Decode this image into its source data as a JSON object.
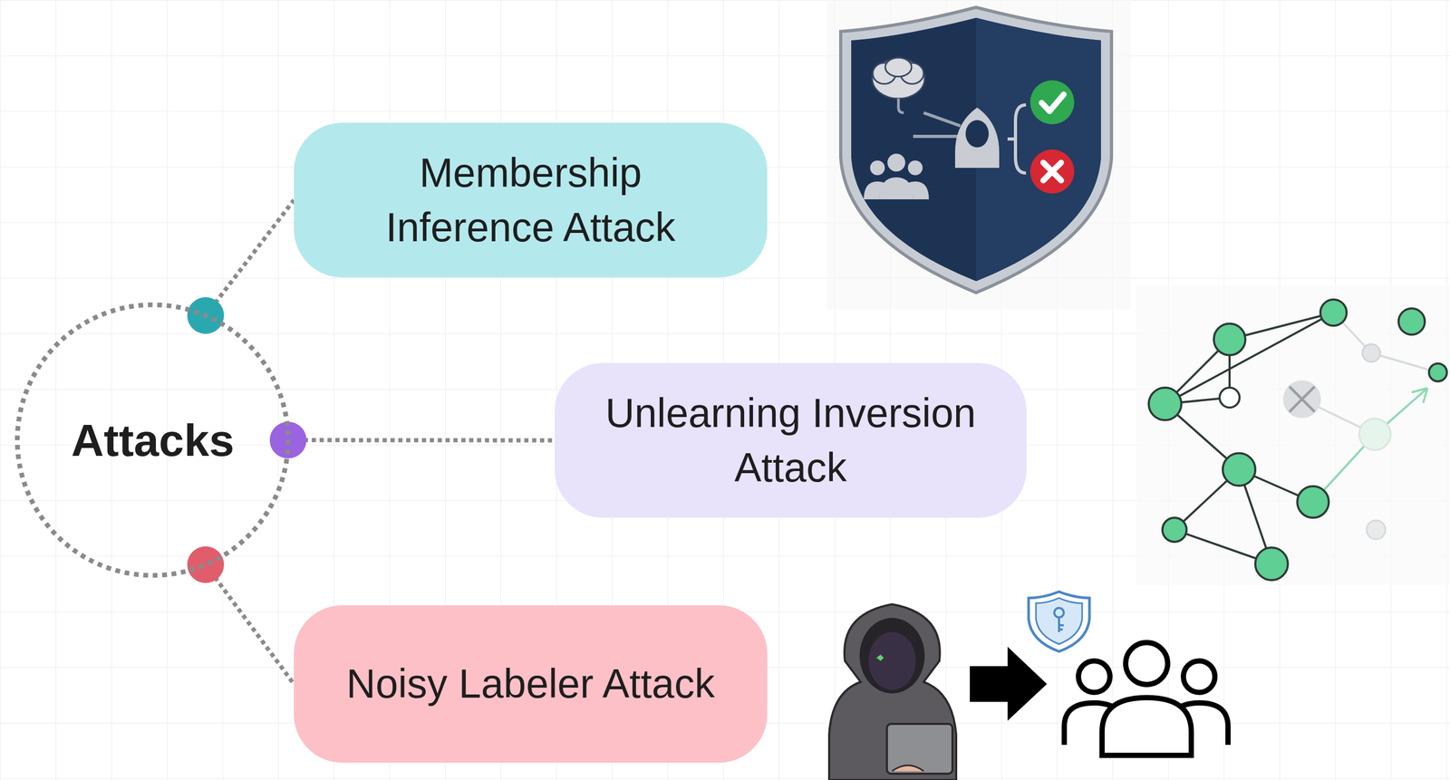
{
  "diagram": {
    "nodes": [
      {
        "text": [
          "Attacks"
        ]
      },
      {
        "text": [
          "Membership Inference Attack"
        ]
      },
      {
        "text": [
          "Unlearning Inversion Attack"
        ]
      },
      {
        "text": [
          "Noisy Labeler Attack"
        ]
      }
    ],
    "edges": [
      {
        "from": 0,
        "to": 1,
        "arrow": "none"
      },
      {
        "from": 0,
        "to": 2,
        "arrow": "none"
      },
      {
        "from": 0,
        "to": 3,
        "arrow": "none"
      }
    ]
  }
}
